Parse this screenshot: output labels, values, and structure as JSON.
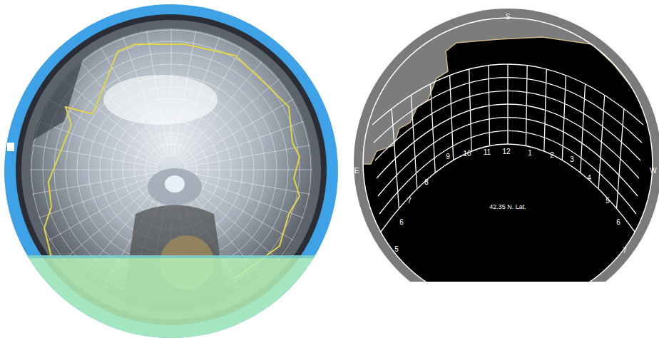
{
  "diagram": {
    "labels": [
      "S",
      "E",
      "W",
      "9",
      "10",
      "11",
      "12",
      "1",
      "2",
      "3",
      "8",
      "4",
      "7",
      "5",
      "6",
      "6",
      "5",
      "7",
      "42.35 N. Lat."
    ]
  }
}
